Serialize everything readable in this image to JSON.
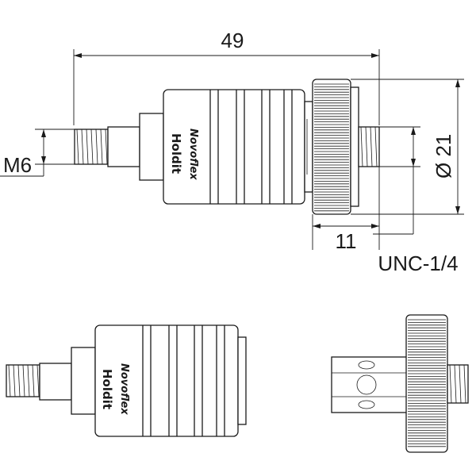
{
  "dimensions": {
    "overall_length": "49",
    "diameter": "Ø 21",
    "knob_width": "11",
    "left_thread": "M6",
    "right_thread": "UNC-1/4"
  },
  "body": {
    "brand_text": "Holdit",
    "logo_text": "Novoflex"
  }
}
